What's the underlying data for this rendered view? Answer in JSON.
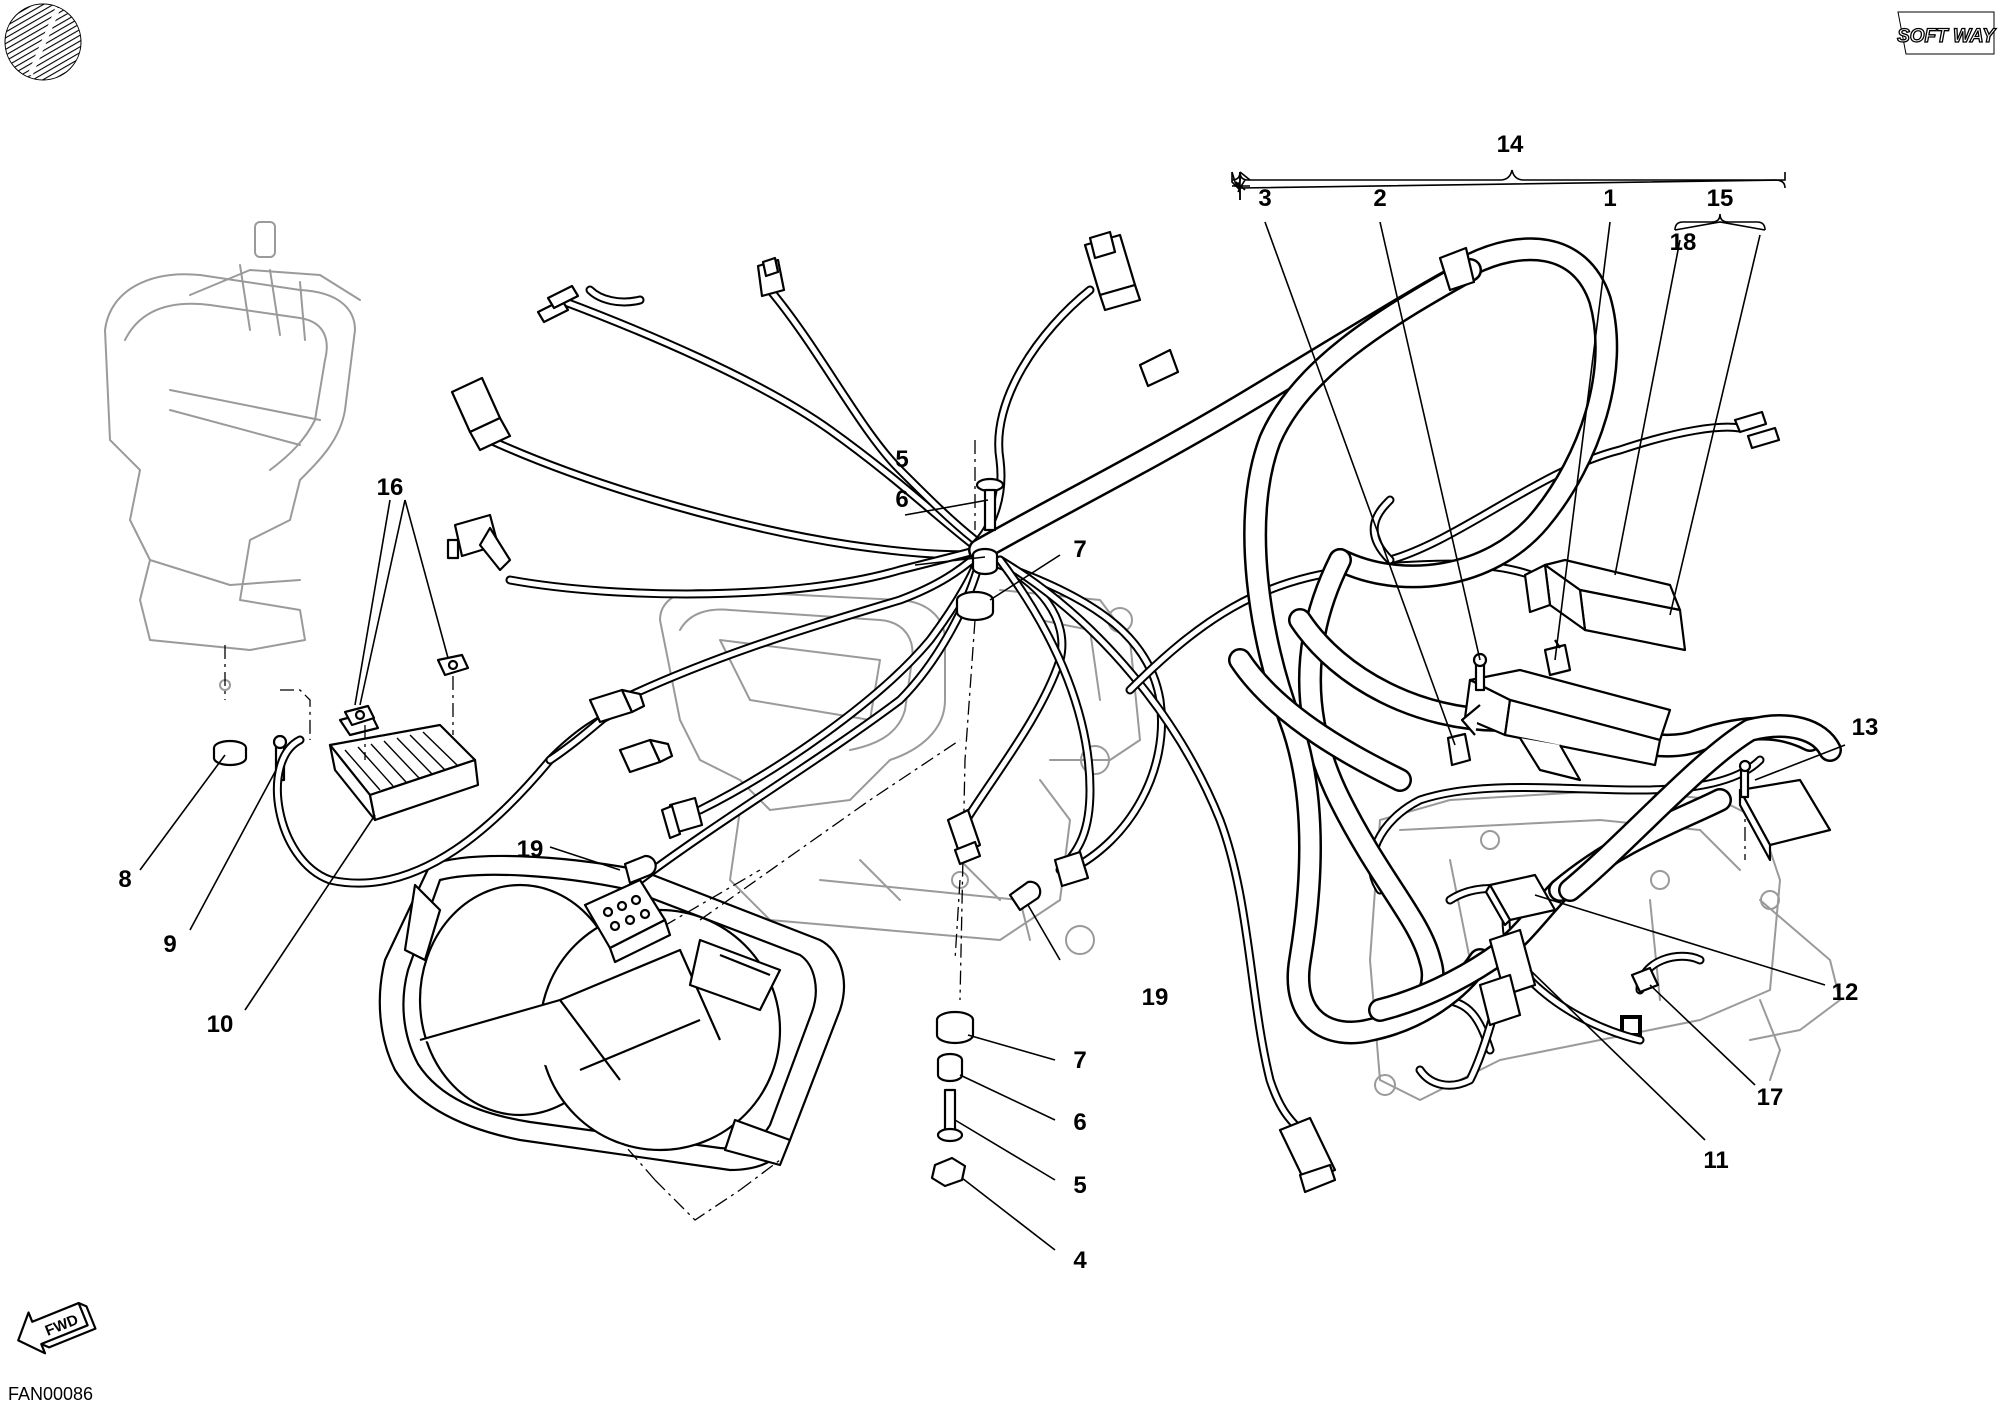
{
  "diagram": {
    "drawing_code": "FAN00086",
    "brand_logo_text": "SOFT WAY",
    "direction_label": "FWD",
    "callouts": [
      {
        "id": "c1",
        "label": "1"
      },
      {
        "id": "c2",
        "label": "2"
      },
      {
        "id": "c3",
        "label": "3"
      },
      {
        "id": "c4",
        "label": "4"
      },
      {
        "id": "c5a",
        "label": "5"
      },
      {
        "id": "c5b",
        "label": "5"
      },
      {
        "id": "c6a",
        "label": "6"
      },
      {
        "id": "c6b",
        "label": "6"
      },
      {
        "id": "c7a",
        "label": "7"
      },
      {
        "id": "c7b",
        "label": "7"
      },
      {
        "id": "c8",
        "label": "8"
      },
      {
        "id": "c9",
        "label": "9"
      },
      {
        "id": "c10",
        "label": "10"
      },
      {
        "id": "c11",
        "label": "11"
      },
      {
        "id": "c12",
        "label": "12"
      },
      {
        "id": "c13",
        "label": "13"
      },
      {
        "id": "c14",
        "label": "14"
      },
      {
        "id": "c15",
        "label": "15"
      },
      {
        "id": "c16",
        "label": "16"
      },
      {
        "id": "c17",
        "label": "17"
      },
      {
        "id": "c18",
        "label": "18"
      },
      {
        "id": "c19a",
        "label": "19"
      },
      {
        "id": "c19b",
        "label": "19"
      }
    ],
    "colors": {
      "ink": "#000000",
      "ghost_frame": "#9a9a9a",
      "paper": "#ffffff"
    }
  }
}
